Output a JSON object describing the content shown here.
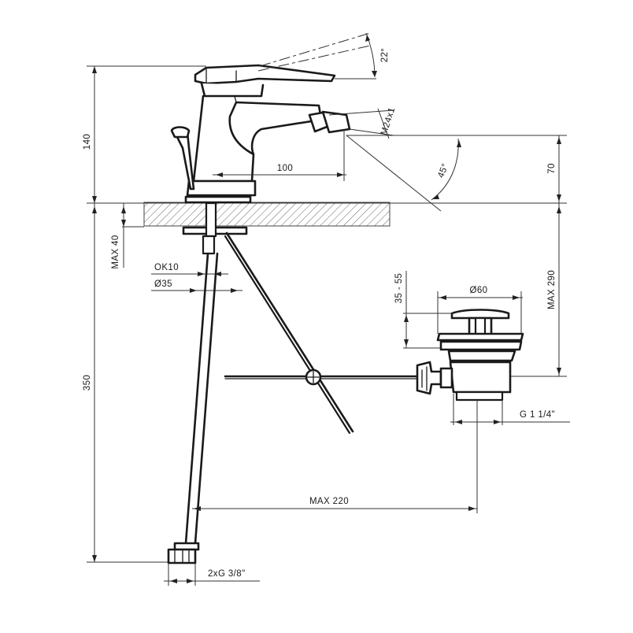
{
  "dimensions": {
    "height_total": "140",
    "height_under_counter": "350",
    "max_counter": "MAX 40",
    "spout_reach": "100",
    "hole_min": "OK10",
    "hole_diameter": "Ø35",
    "lever_angle": "22°",
    "spout_angle": "45°",
    "aerator_thread": "M24x1",
    "spout_height": "70",
    "max_depth": "MAX 290",
    "waste_diameter": "Ø60",
    "waste_range": "35 - 55",
    "waste_thread": "G 1 1/4\"",
    "max_reach": "MAX 220",
    "hose_thread": "2xG 3/8\""
  },
  "colors": {
    "line": "#1a1a1a",
    "background": "#ffffff"
  }
}
